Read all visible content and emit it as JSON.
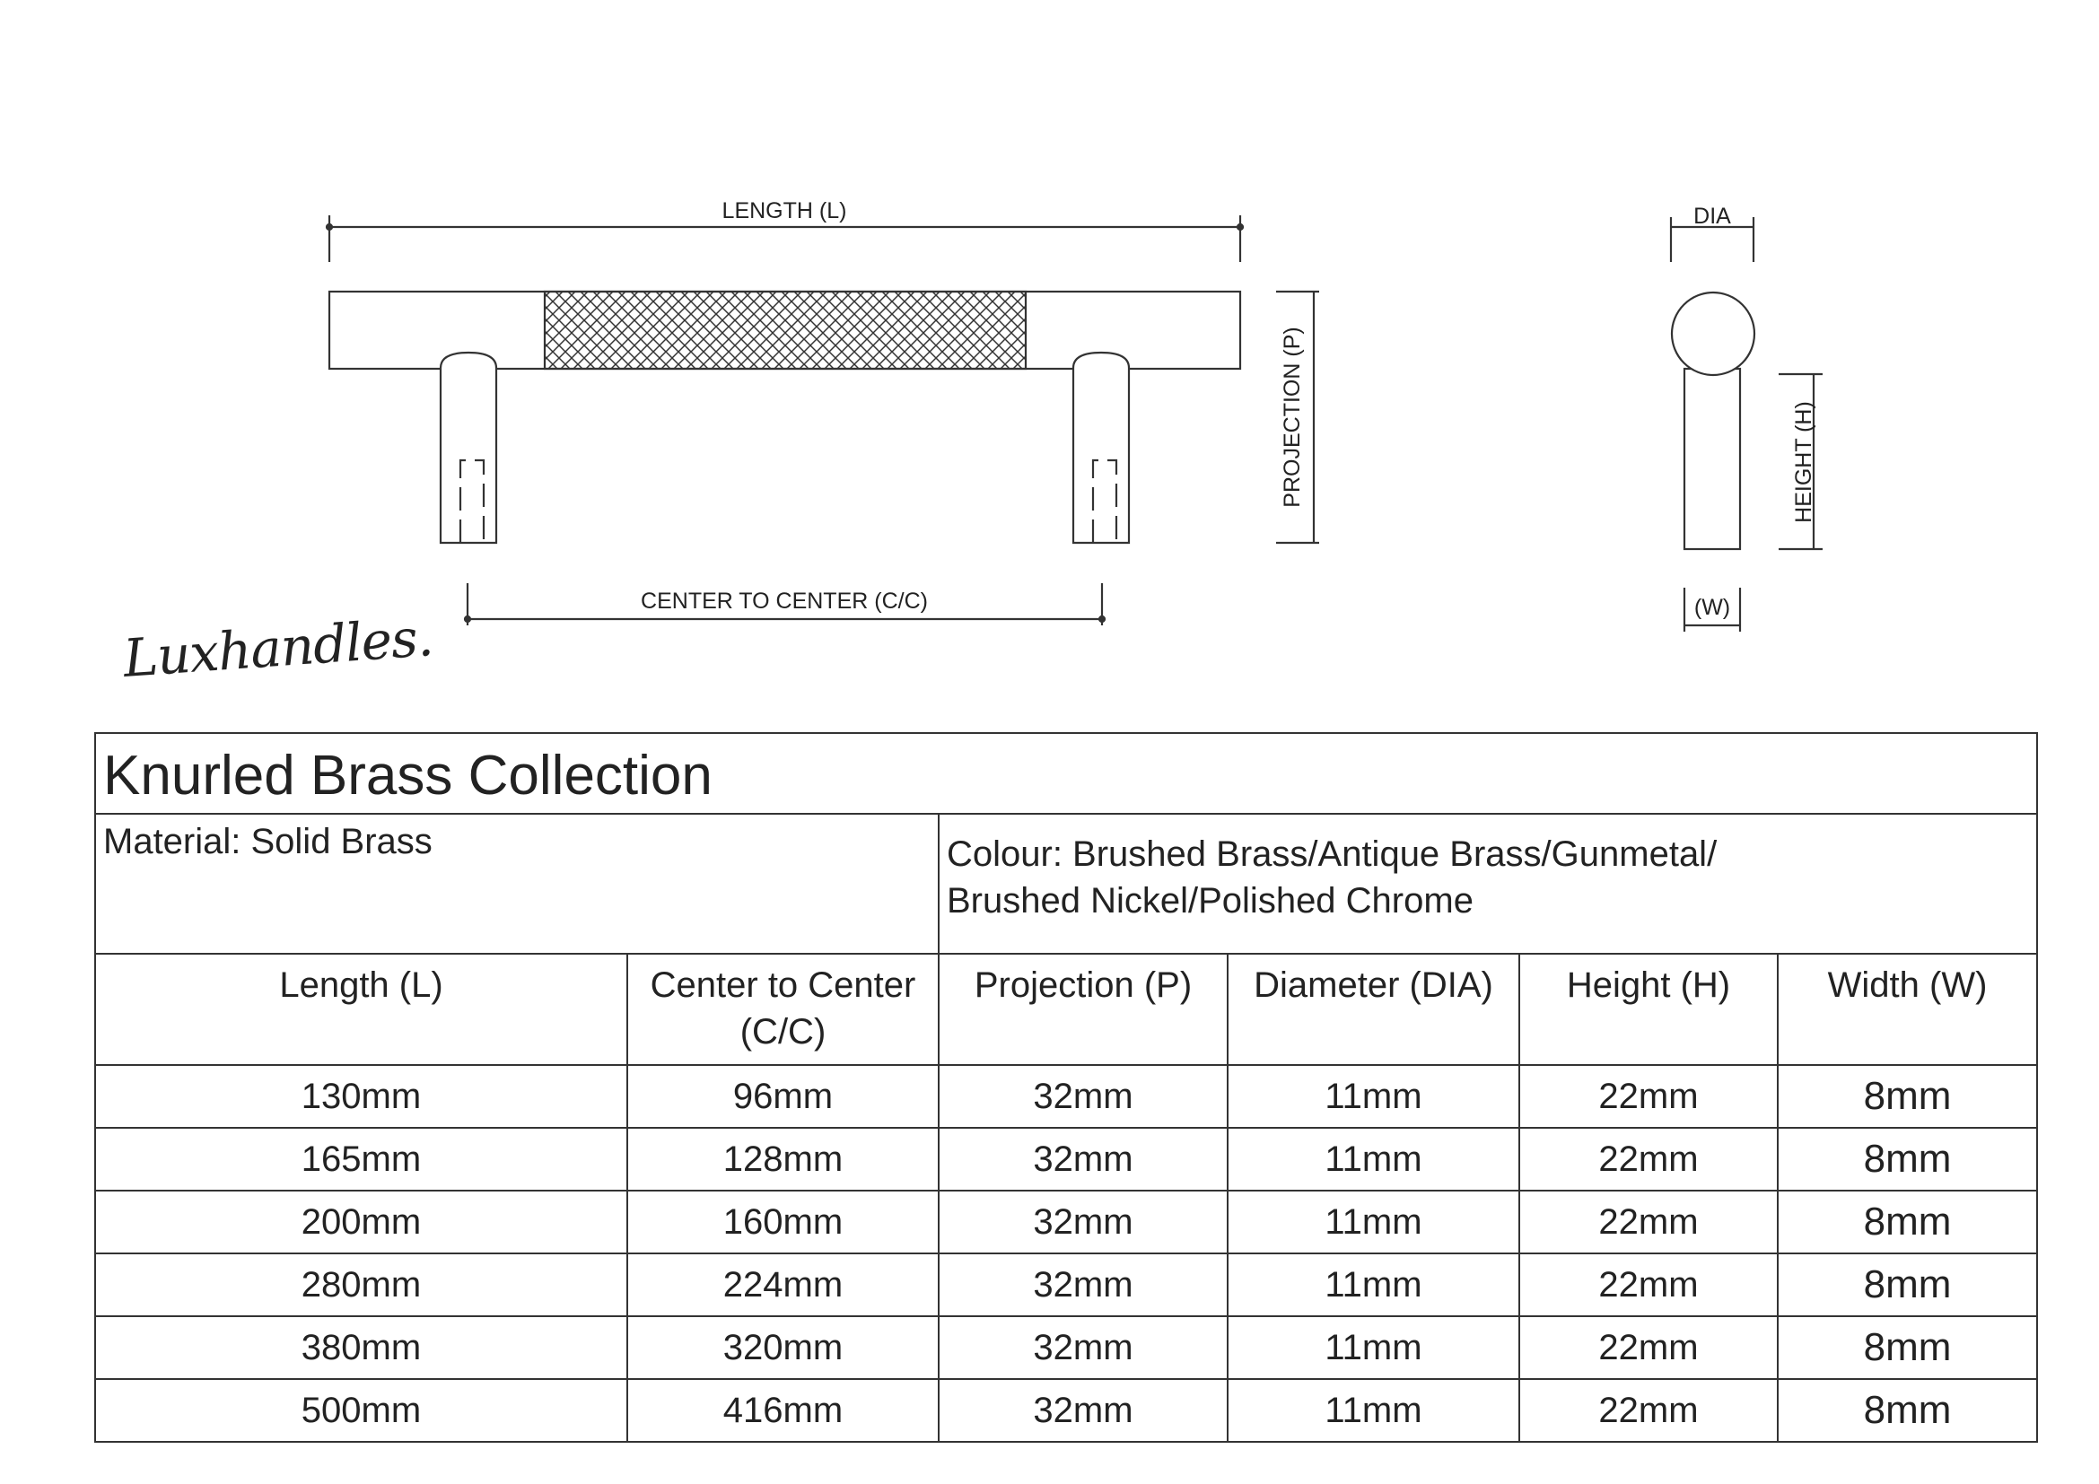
{
  "drawing": {
    "length_label": "LENGTH (L)",
    "cc_label": "CENTER TO CENTER (C/C)",
    "projection_label": "PROJECTION (P)",
    "dia_label": "DIA",
    "height_label": "HEIGHT (H)",
    "width_label": "(W)"
  },
  "brand": "Luxhandles.",
  "table": {
    "title": "Knurled Brass Collection",
    "material": "Material: Solid Brass",
    "colour_line1": "Colour: Brushed Brass/Antique Brass/Gunmetal/",
    "colour_line2": "Brushed Nickel/Polished Chrome",
    "headers": [
      "Length (L)",
      "Center to Center",
      "(C/C)",
      "Projection (P)",
      "Diameter (DIA)",
      "Height (H)",
      "Width (W)"
    ],
    "rows": [
      [
        "130mm",
        "96mm",
        "32mm",
        "11mm",
        "22mm",
        "8mm"
      ],
      [
        "165mm",
        "128mm",
        "32mm",
        "11mm",
        "22mm",
        "8mm"
      ],
      [
        "200mm",
        "160mm",
        "32mm",
        "11mm",
        "22mm",
        "8mm"
      ],
      [
        "280mm",
        "224mm",
        "32mm",
        "11mm",
        "22mm",
        "8mm"
      ],
      [
        "380mm",
        "320mm",
        "32mm",
        "11mm",
        "22mm",
        "8mm"
      ],
      [
        "500mm",
        "416mm",
        "32mm",
        "11mm",
        "22mm",
        "8mm"
      ]
    ]
  }
}
